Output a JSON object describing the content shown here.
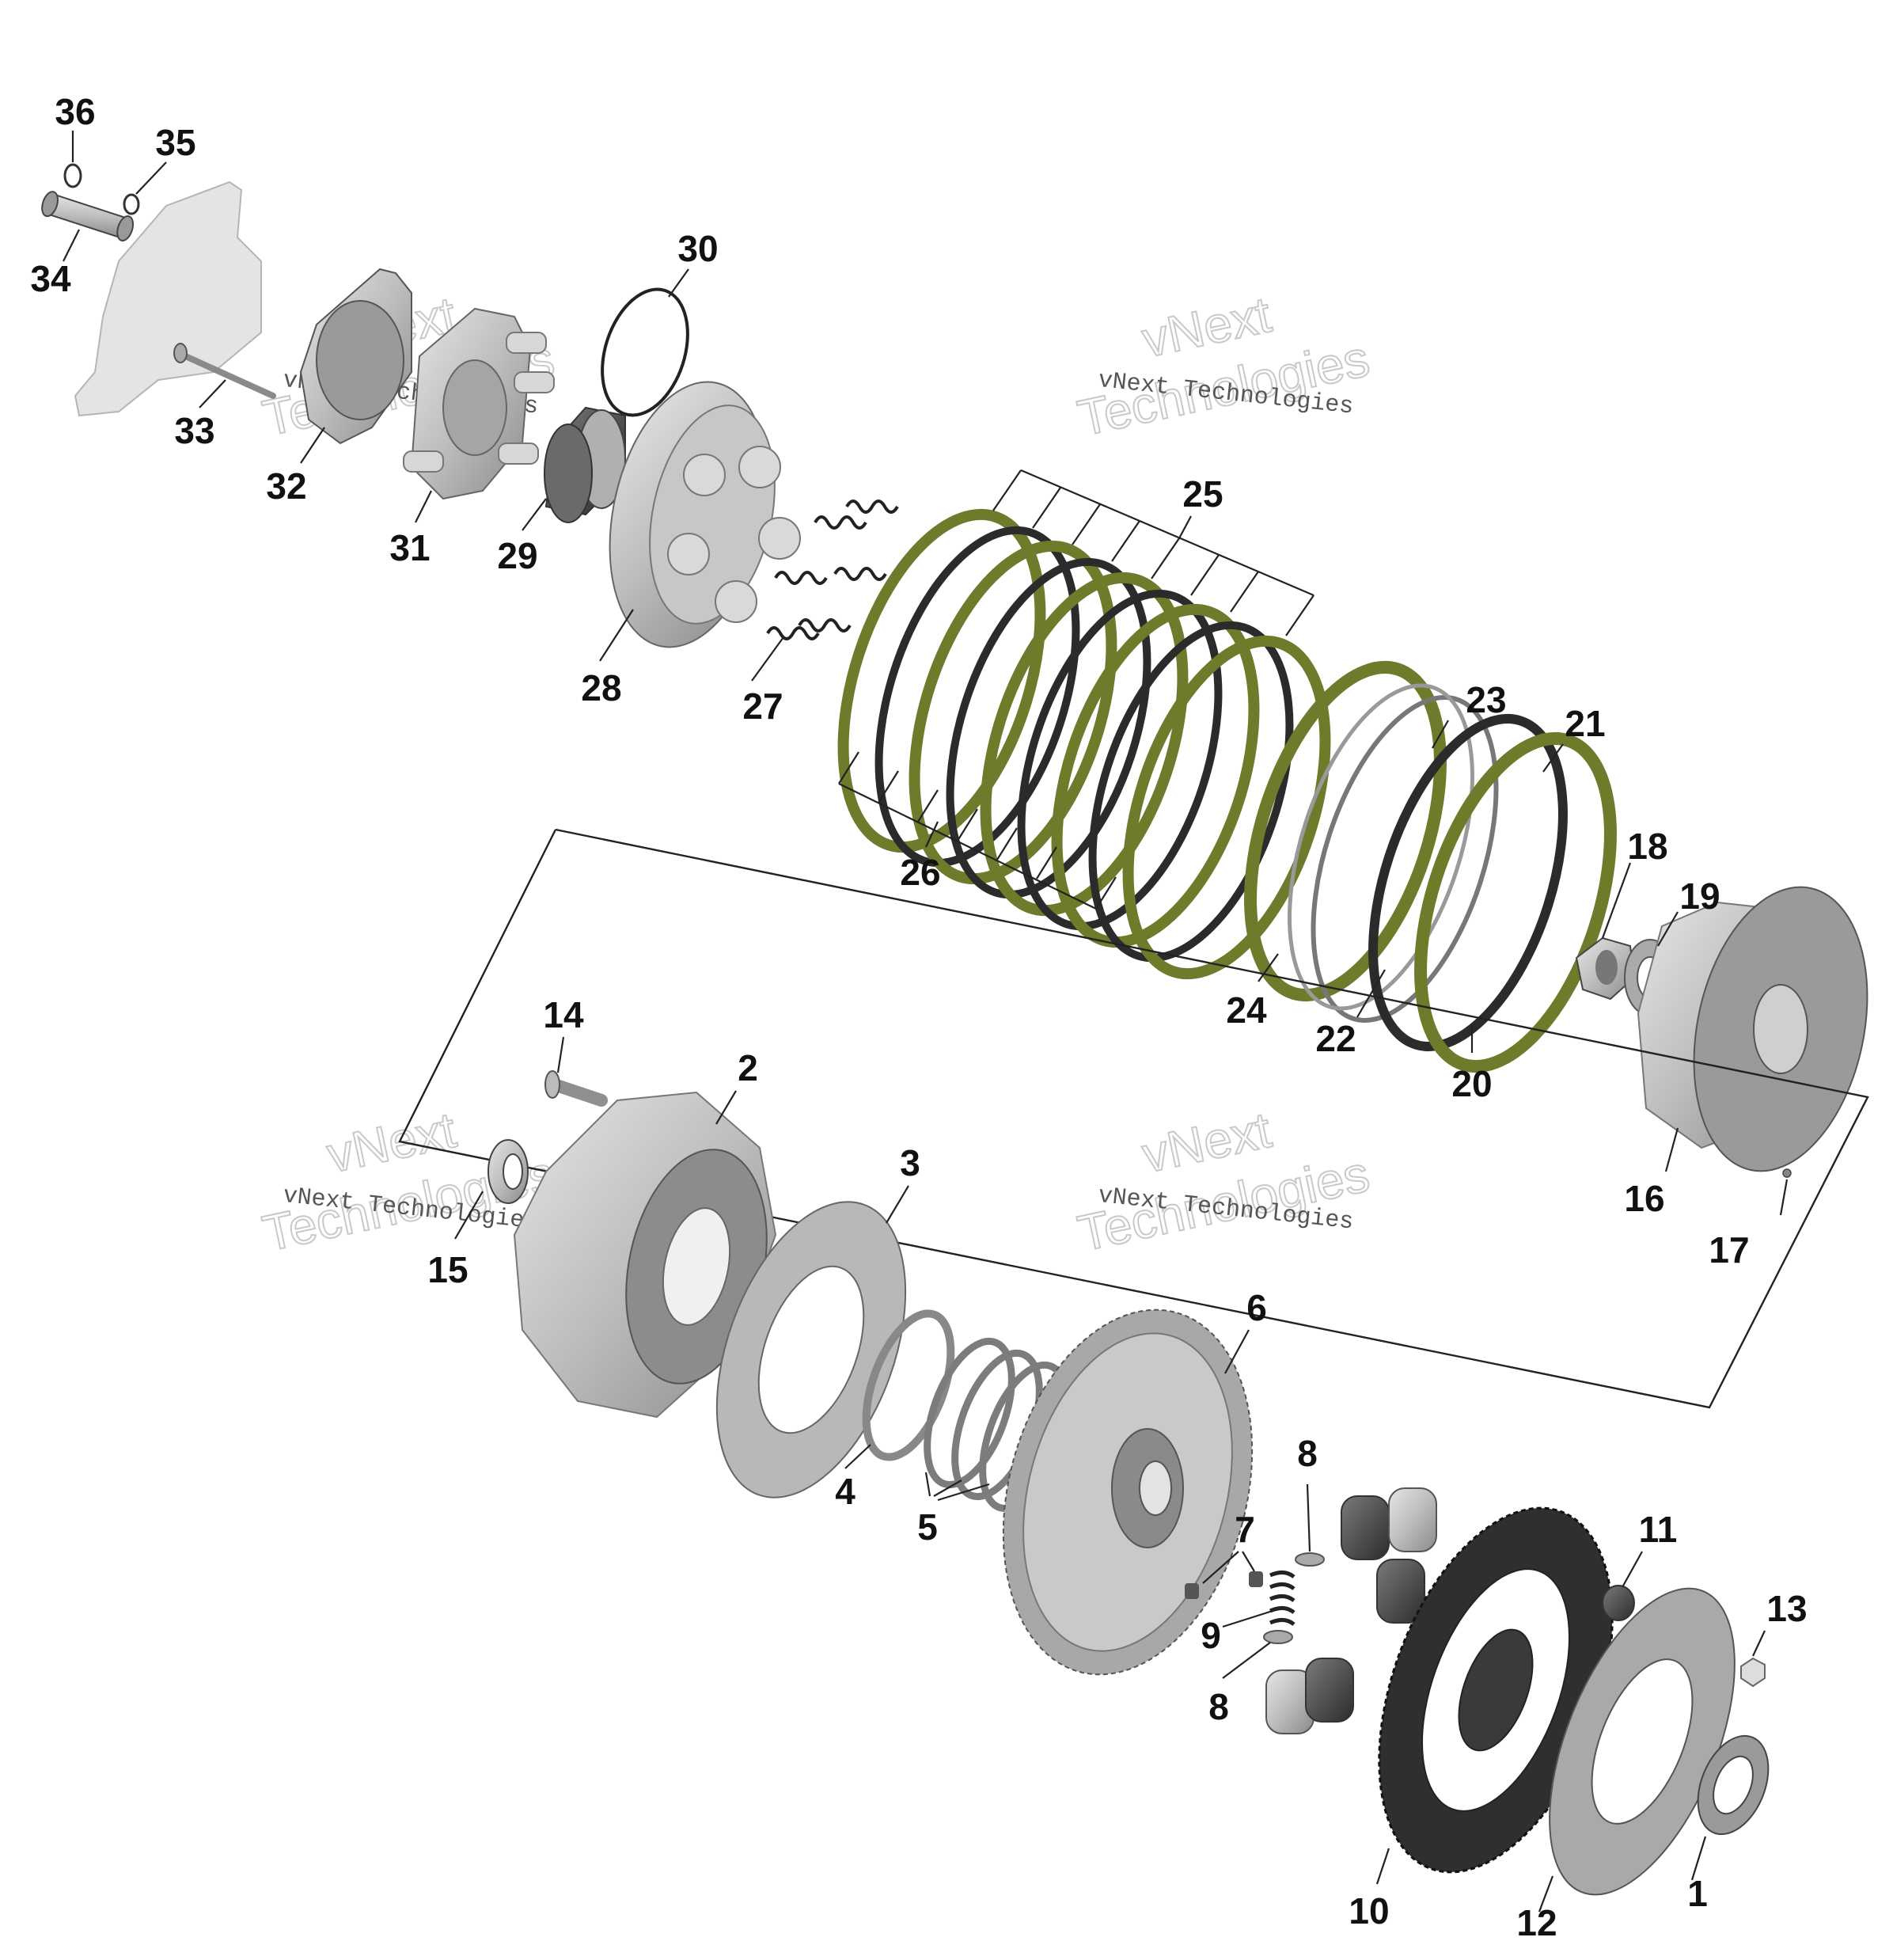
{
  "watermark": {
    "line1": "vNext",
    "line2": "Technologies",
    "full": "vNext Technologies"
  },
  "callouts": [
    "1",
    "2",
    "3",
    "4",
    "5",
    "6",
    "7",
    "8",
    "9",
    "10",
    "11",
    "12",
    "13",
    "14",
    "15",
    "16",
    "17",
    "18",
    "19",
    "20",
    "21",
    "22",
    "23",
    "24",
    "25",
    "26",
    "27",
    "28",
    "29",
    "30",
    "31",
    "32",
    "33",
    "34",
    "35",
    "36"
  ],
  "colors": {
    "part_gray": "#bfbfbf",
    "part_dark": "#555555",
    "friction_olive": "#6f7a2a",
    "steel_dark": "#2b2b2b",
    "line": "#222222"
  }
}
